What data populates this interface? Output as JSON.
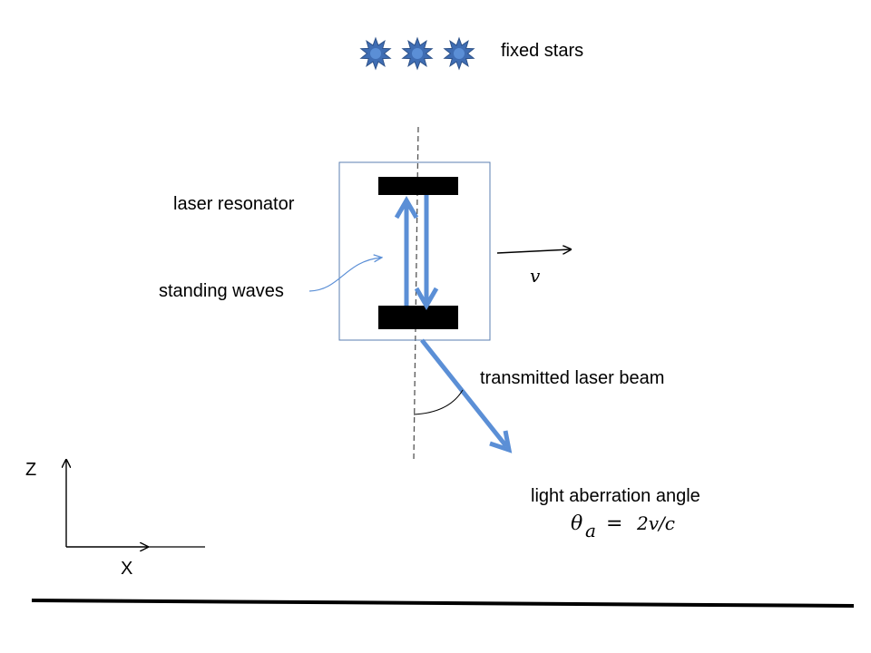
{
  "labels": {
    "fixed_stars": "fixed stars",
    "laser_resonator": "laser resonator",
    "standing_waves": "standing waves",
    "velocity": "v",
    "transmitted_beam": "transmitted laser beam",
    "aberration_title": "light aberration angle",
    "formula_theta": "θ",
    "formula_sub": "a",
    "formula_eq": "=",
    "formula_rhs": "2v/c",
    "axis_z": "Z",
    "axis_x": "X"
  },
  "stars": {
    "count": 3,
    "fill_color": "#3f6db3",
    "stroke_color": "#2e5289"
  },
  "colors": {
    "beam": "#5b8fd6",
    "resonator_frame": "#5b7fb0",
    "mirror": "#000000",
    "line": "#000000",
    "dashed_axis": "#555555"
  }
}
